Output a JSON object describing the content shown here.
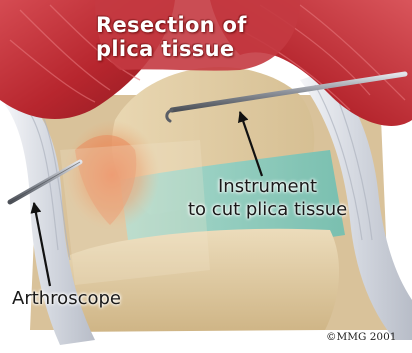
{
  "diagram": {
    "title_lines": [
      "Resection of",
      "plica tissue"
    ],
    "instrument_lines": [
      "Instrument",
      "to cut plica tissue"
    ],
    "arthroscope_label": "Arthroscope",
    "copyright": "©MMG 2001"
  },
  "colors": {
    "muscle": "#c8323a",
    "muscle_light": "#e8868a",
    "bone": "#e2cda6",
    "cartilage": "#8fd0c4",
    "tendon": "#dcdfe6",
    "instrument": "#9a9ea6"
  }
}
